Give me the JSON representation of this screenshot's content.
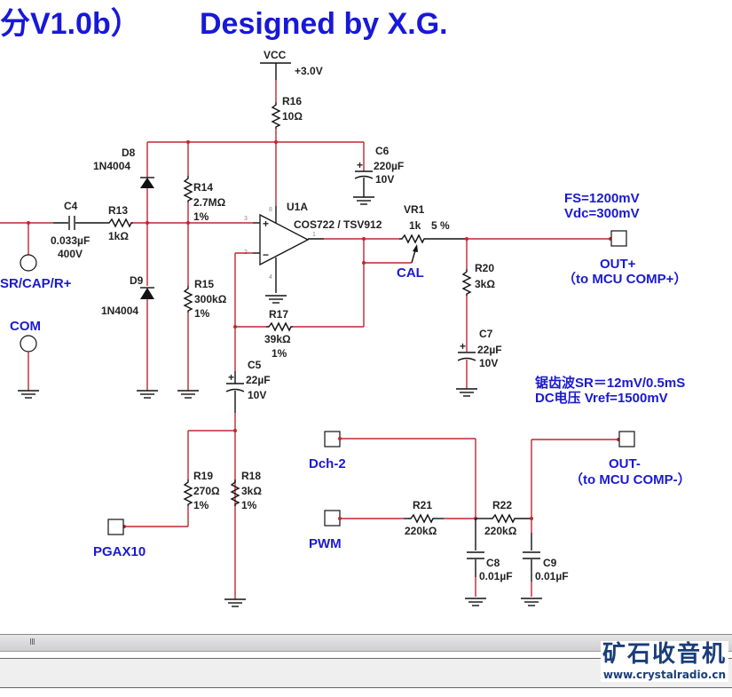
{
  "title": {
    "text": "分V1.0b）",
    "designer": "Designed by  X.G."
  },
  "supply": {
    "name": "VCC",
    "voltage": "+3.0V"
  },
  "components": {
    "R16": {
      "ref": "R16",
      "value": "10Ω"
    },
    "C6": {
      "ref": "C6",
      "value": "220µF",
      "rating": "10V"
    },
    "D8": {
      "ref": "D8",
      "part": "1N4004"
    },
    "D9": {
      "ref": "D9",
      "part": "1N4004"
    },
    "C4": {
      "ref": "C4",
      "value": "0.033µF",
      "rating": "400V"
    },
    "R13": {
      "ref": "R13",
      "value": "1kΩ"
    },
    "R14": {
      "ref": "R14",
      "value": "2.7MΩ",
      "tol": "1%"
    },
    "R15": {
      "ref": "R15",
      "value": "300kΩ",
      "tol": "1%"
    },
    "U1A": {
      "ref": "U1A",
      "part": "COS722 / TSV912",
      "pins": {
        "p3": "3",
        "p2": "2",
        "p1": "1",
        "p8": "8",
        "p4": "4"
      }
    },
    "VR1": {
      "ref": "VR1",
      "value": "1k",
      "tol": "5 %"
    },
    "R17": {
      "ref": "R17",
      "value": "39kΩ",
      "tol": "1%"
    },
    "C5": {
      "ref": "C5",
      "value": "22µF",
      "rating": "10V"
    },
    "R20": {
      "ref": "R20",
      "value": "3kΩ"
    },
    "C7": {
      "ref": "C7",
      "value": "22µF",
      "rating": "10V"
    },
    "R19": {
      "ref": "R19",
      "value": "270Ω",
      "tol": "1%"
    },
    "R18": {
      "ref": "R18",
      "value": "3kΩ",
      "tol": "1%"
    },
    "R21": {
      "ref": "R21",
      "value": "220kΩ"
    },
    "R22": {
      "ref": "R22",
      "value": "220kΩ"
    },
    "C8": {
      "ref": "C8",
      "value": "0.01µF"
    },
    "C9": {
      "ref": "C9",
      "value": "0.01µF"
    }
  },
  "ports": {
    "input": "SR/CAP/R+",
    "com": "COM",
    "cal": "CAL",
    "out_plus": "OUT+",
    "out_plus_note": "（to MCU  COMP+）",
    "out_minus": "OUT-",
    "out_minus_note": "（to MCU  COMP-）",
    "pgax10": "PGAX10",
    "dch2": "Dch-2",
    "pwm": "PWM"
  },
  "notes": {
    "fs": "FS=1200mV",
    "vdc": "Vdc=300mV",
    "sawtooth": "锯齿波SR＝12mV/0.5mS",
    "dc": "DC电压 Vref=1500mV"
  },
  "scrollbar": {
    "grip": "III"
  },
  "watermark": {
    "name": "矿石收音机",
    "url": "www.crystalradio.cn"
  }
}
